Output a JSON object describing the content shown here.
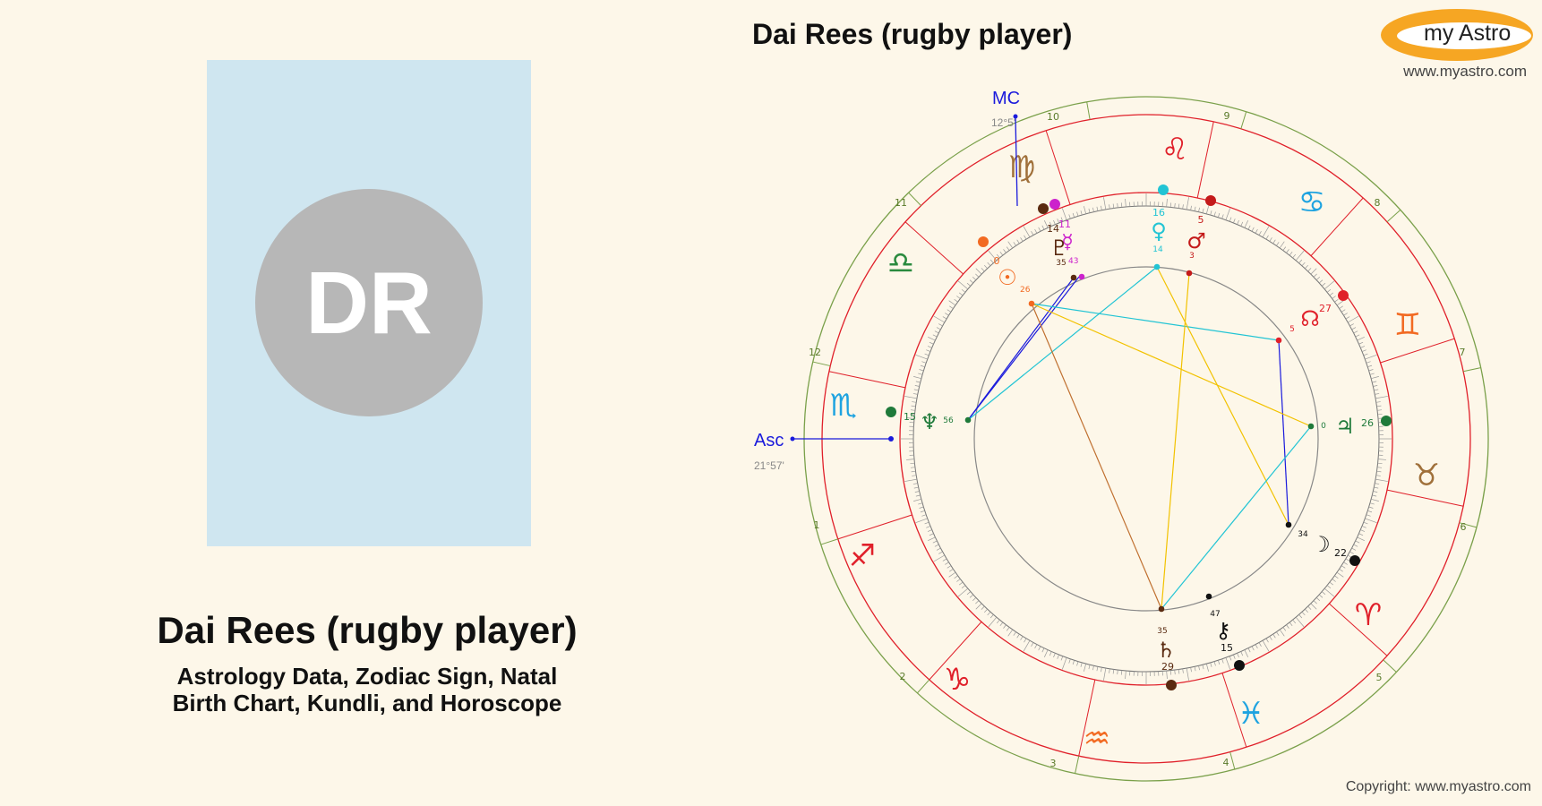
{
  "profile": {
    "initials": "DR",
    "name": "Dai Rees (rugby player)",
    "subtitle_line1": "Astrology Data, Zodiac Sign, Natal",
    "subtitle_line2": "Birth Chart, Kundli, and Horoscope"
  },
  "chart_header": {
    "title": "Dai Rees (rugby player)"
  },
  "brand": {
    "logo_text": "my Astro",
    "website": "www.myastro.com",
    "copyright": "Copyright: www.myastro.com"
  },
  "angles": {
    "asc": {
      "label": "Asc",
      "degree": "21°57'",
      "color": "#1a1adc"
    },
    "mc": {
      "label": "MC",
      "degree": "12°5'",
      "color": "#1a1adc"
    }
  },
  "signs": [
    {
      "name": "leo",
      "glyph": "♌",
      "color": "#e0202a"
    },
    {
      "name": "cancer",
      "glyph": "♋",
      "color": "#1ea3e0"
    },
    {
      "name": "gemini",
      "glyph": "♊",
      "color": "#f26a22"
    },
    {
      "name": "taurus",
      "glyph": "♉",
      "color": "#a0703a"
    },
    {
      "name": "aries",
      "glyph": "♈",
      "color": "#e0202a"
    },
    {
      "name": "pisces",
      "glyph": "♓",
      "color": "#1ea3e0"
    },
    {
      "name": "aquarius",
      "glyph": "♒",
      "color": "#f26a22"
    },
    {
      "name": "capricorn",
      "glyph": "♑",
      "color": "#e0202a"
    },
    {
      "name": "sagittarius",
      "glyph": "♐",
      "color": "#e0202a"
    },
    {
      "name": "scorpio",
      "glyph": "♏",
      "color": "#1ea3e0"
    },
    {
      "name": "libra",
      "glyph": "♎",
      "color": "#2a8a3e"
    },
    {
      "name": "virgo",
      "glyph": "♍",
      "color": "#a0703a"
    }
  ],
  "houses": [
    "10",
    "9",
    "8",
    "7",
    "6",
    "5",
    "4",
    "3",
    "2",
    "1",
    "12",
    "11"
  ],
  "planets": [
    {
      "name": "sun",
      "glyph": "☉",
      "degree": "0",
      "minute": "26",
      "color": "#f26a22"
    },
    {
      "name": "moon",
      "glyph": "☽",
      "degree": "22",
      "minute": "34",
      "color": "#111111"
    },
    {
      "name": "mercury",
      "glyph": "☿",
      "degree": "11",
      "minute": "43",
      "color": "#cc22cc"
    },
    {
      "name": "venus",
      "glyph": "♀",
      "degree": "16",
      "minute": "14",
      "color": "#22c4d4"
    },
    {
      "name": "mars",
      "glyph": "♂",
      "degree": "5",
      "minute": "3",
      "color": "#c41a1a"
    },
    {
      "name": "jupiter",
      "glyph": "♃",
      "degree": "26",
      "minute": "0",
      "color": "#1f7a3a"
    },
    {
      "name": "saturn",
      "glyph": "♄",
      "degree": "29",
      "minute": "35",
      "color": "#5a2a10"
    },
    {
      "name": "neptune",
      "glyph": "♆",
      "degree": "15",
      "minute": "56",
      "color": "#1f7a3a"
    },
    {
      "name": "pluto",
      "glyph": "♇",
      "degree": "14",
      "minute": "35",
      "color": "#5a2a10"
    },
    {
      "name": "node",
      "glyph": "☊",
      "degree": "27",
      "minute": "5",
      "color": "#e0202a"
    },
    {
      "name": "chiron",
      "glyph": "⚷",
      "degree": "15",
      "minute": "47",
      "color": "#111111"
    }
  ]
}
